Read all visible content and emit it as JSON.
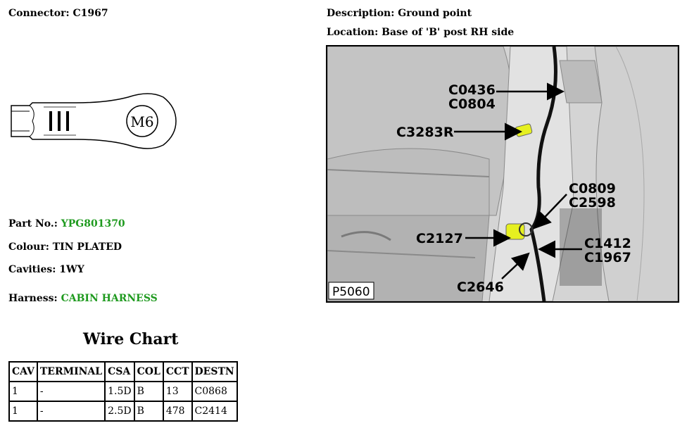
{
  "connector": {
    "label": "Connector:",
    "value": "C1967"
  },
  "description": {
    "label": "Description:",
    "value": "Ground point"
  },
  "location": {
    "label": "Location:",
    "value": "Base of 'B' post RH side"
  },
  "drawing": {
    "stud_label": "M6"
  },
  "part_no": {
    "label": "Part No.:",
    "value": "YPG801370"
  },
  "colour": {
    "label": "Colour:",
    "value": "TIN PLATED"
  },
  "cavities": {
    "label": "Cavities:",
    "value": "1WY"
  },
  "harness": {
    "label": "Harness:",
    "value": "CABIN HARNESS"
  },
  "accent_color": "#1f9a1f",
  "wire_chart": {
    "title": "Wire Chart",
    "headers": [
      "CAV",
      "TERMINAL",
      "CSA",
      "COL",
      "CCT",
      "DESTN"
    ],
    "rows": [
      [
        "1",
        "-",
        "1.5D",
        "B",
        "13",
        "C0868"
      ],
      [
        "1",
        "-",
        "2.5D",
        "B",
        "478",
        "C2414"
      ]
    ]
  },
  "photo": {
    "ref": "P5060",
    "callouts": {
      "c0436": "C0436",
      "c0804": "C0804",
      "c3283r": "C3283R",
      "c0809": "C0809",
      "c2598": "C2598",
      "c2127": "C2127",
      "c1412": "C1412",
      "c1967": "C1967",
      "c2646": "C2646"
    }
  }
}
